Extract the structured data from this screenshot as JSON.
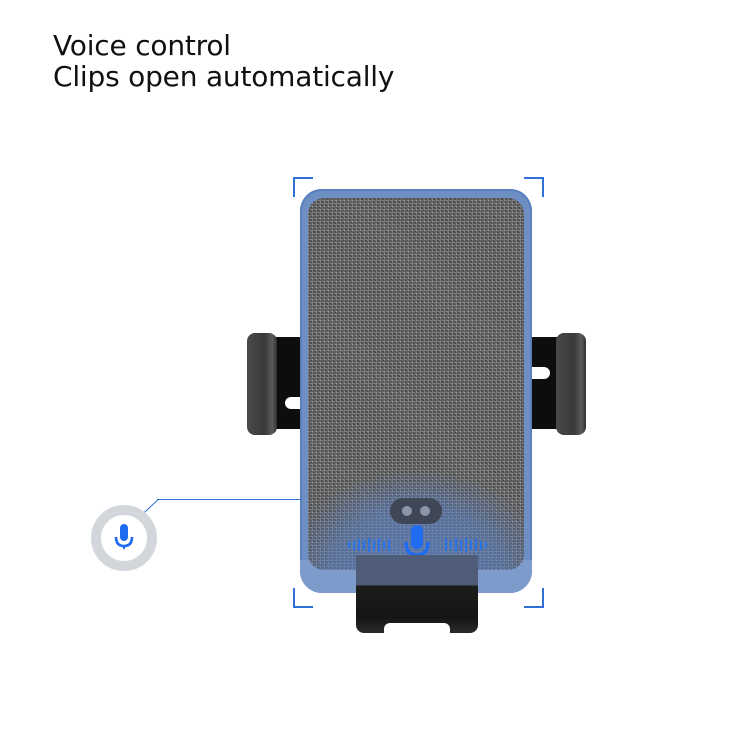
{
  "headline": {
    "line1": "Voice control",
    "line2": "Clips open automatically"
  },
  "product": {
    "name": "phone-holder",
    "accent_color": "#2f6fd6",
    "frame_color": "#6d8fc4",
    "fabric_color": "#5c5c5c",
    "clamp_color": "#0d0d0d"
  },
  "icons": {
    "callout_icon": "microphone-icon",
    "center_icon": "microphone-icon",
    "sound_wave": "sound-wave-icon"
  }
}
